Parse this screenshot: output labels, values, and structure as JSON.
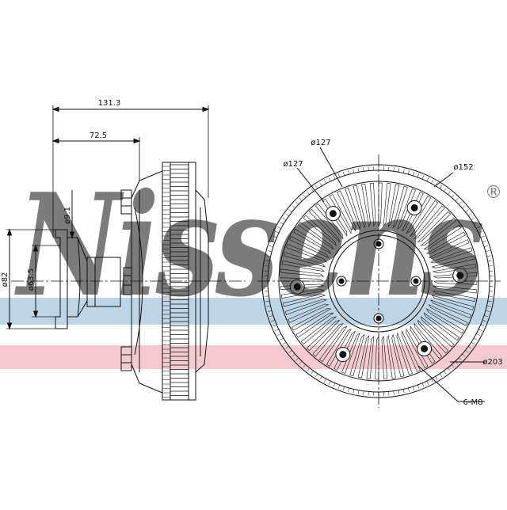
{
  "watermark": {
    "text": "Nissens",
    "registered_mark": "®",
    "blue_band_color": "#a9c6db",
    "pink_band_color": "#f0b8c2",
    "letter_color": "#9dbdd6"
  },
  "drawing": {
    "line_color": "#111111",
    "side_view": {
      "dim_overall_length": "131.3",
      "dim_flange_offset": "72.5",
      "dim_hole": "ø9.1",
      "dim_flange_outer": "ø82",
      "dim_pilot": "ø63.5"
    },
    "front_view": {
      "dim_bolt_circle_1": "ø127",
      "dim_bolt_circle_2": "ø127",
      "dim_hub": "ø152",
      "dim_outer": "ø203",
      "dim_threads": "6-M8"
    }
  }
}
